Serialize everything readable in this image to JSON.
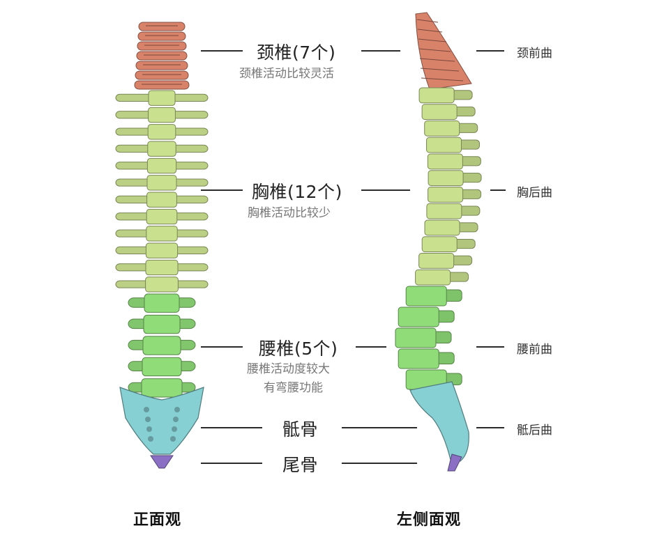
{
  "regions": {
    "cervical": {
      "label": "颈椎(7个)",
      "desc": "颈椎活动比较灵活"
    },
    "thoracic": {
      "label": "胸椎(12个)",
      "desc": "胸椎活动比较少"
    },
    "lumbar": {
      "label": "腰椎(5个)",
      "desc_line1": "腰椎活动度较大",
      "desc_line2": "有弯腰功能"
    },
    "sacrum": {
      "label": "骶骨"
    },
    "coccyx": {
      "label": "尾骨"
    }
  },
  "curves": {
    "cervical_lordosis": "颈前曲",
    "thoracic_kyphosis": "胸后曲",
    "lumbar_lordosis": "腰前曲",
    "sacral_kyphosis": "骶后曲"
  },
  "views": {
    "front": "正面观",
    "lateral": "左侧面观"
  },
  "colors": {
    "cervical": "#d9826a",
    "thoracic": "#c9e08e",
    "lumbar": "#8fdc78",
    "sacrum": "#86cfd2",
    "coccyx": "#8a6fc4",
    "outline": "#3f4a3a"
  }
}
